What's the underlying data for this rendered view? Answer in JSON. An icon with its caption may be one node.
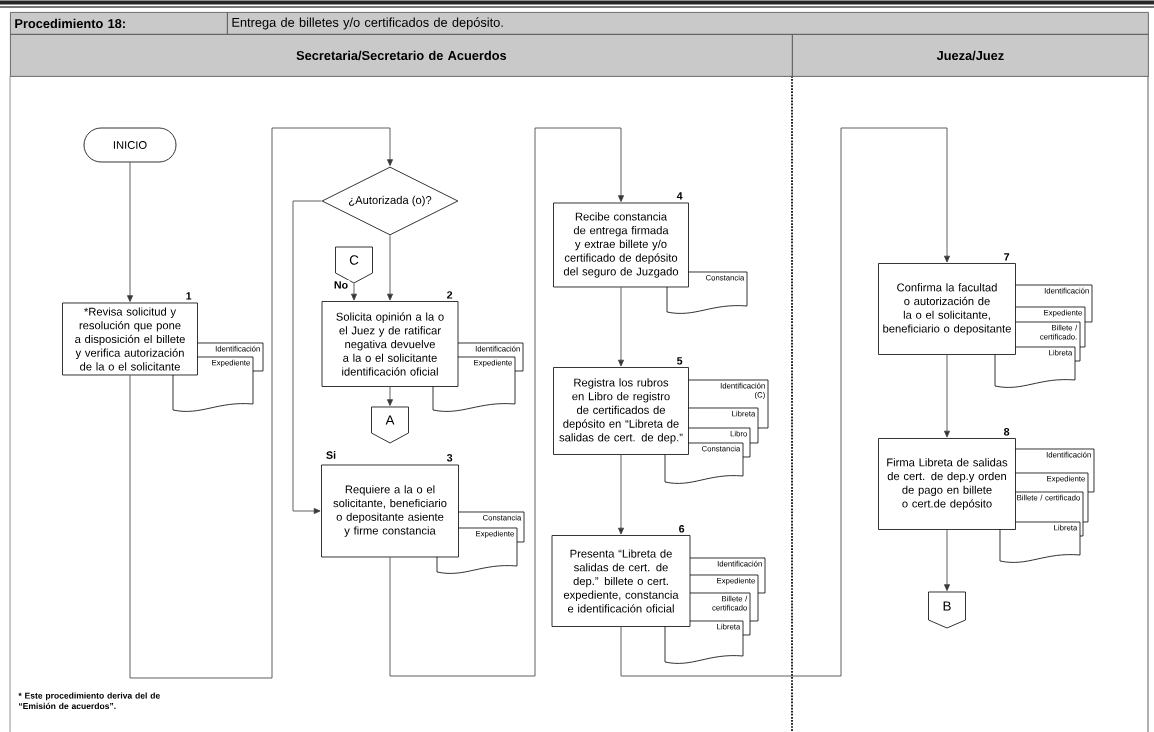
{
  "diagram": {
    "nodes": [
      {
        "text": [
          "Procedimiento 18:"
        ]
      },
      {
        "text": [
          "Entrega de billetes y/o certificados de depósito."
        ]
      },
      {
        "text": [
          "Secretaria/Secretario de Acuerdos"
        ]
      },
      {
        "text": [
          "Jueza/Juez"
        ]
      },
      {
        "text": [
          "INICIO"
        ]
      },
      {
        "text": [
          "*Revisa solicitud y resolución que pone a disposición el billete y verifica autorización de la o el solicitante"
        ],
        "beside": [
          "1"
        ]
      },
      {
        "text": [
          "Identificación",
          "Expediente"
        ]
      },
      {
        "text": [
          "¿Autorizada (o)?"
        ]
      },
      {
        "text": [
          "C"
        ]
      },
      {
        "text": [
          "Solicita opinión a la o el Juez y de ratificar negativa devuelve a la o el solicitante identificación oficial"
        ],
        "beside": [
          "2"
        ]
      },
      {
        "text": [
          "Identificación",
          "Expediente"
        ]
      },
      {
        "text": [
          "A"
        ]
      },
      {
        "text": [
          "Requiere a la o el solicitante, beneficiario o depositante asiente y firme constancia"
        ],
        "beside": [
          "3"
        ]
      },
      {
        "text": [
          "Constancia",
          "Expediente"
        ]
      },
      {
        "text": [
          "Recibe constancia de entrega firmada y extrae billete y/o certificado de depósito del seguro de Juzgado"
        ],
        "beside": [
          "4"
        ]
      },
      {
        "text": [
          "Constancia"
        ]
      },
      {
        "text": [
          "Registra los rubros en Libro de registro de certificados de depósito en “Libreta de salidas de cert. de dep.”"
        ],
        "beside": [
          "5"
        ]
      },
      {
        "text": [
          "Identificación (C)",
          "Libreta",
          "Libro",
          "Constancia"
        ]
      },
      {
        "text": [
          "Presenta “Libreta de salidas de cert. de dep.” billete o cert. expediente, constancia e identificación oficial"
        ],
        "beside": [
          "6"
        ]
      },
      {
        "text": [
          "Identificación",
          "Expediente",
          "Billete / certificado",
          "Libreta"
        ]
      },
      {
        "text": [
          "Confirma la facultad o autorización de la o el solicitante, beneficiario o depositante"
        ],
        "beside": [
          "7"
        ]
      },
      {
        "text": [
          "Identificación",
          "Expediente",
          "Billete / certificado.",
          "Libreta"
        ]
      },
      {
        "text": [
          "Firma Libreta de salidas de cert. de dep.y orden de pago en billete o cert.de depósito"
        ],
        "beside": [
          "8"
        ]
      },
      {
        "text": [
          "Identificación",
          "Expediente",
          "Billete / certificado",
          "Libreta"
        ]
      },
      {
        "text": [
          "B"
        ]
      }
    ],
    "edges": [
      {
        "from": 4,
        "to": 5,
        "arrow": "to"
      },
      {
        "from": 5,
        "to": 7,
        "arrow": "to"
      },
      {
        "from": 7,
        "to": 9,
        "arrow": "to"
      },
      {
        "from": 8,
        "to": 9,
        "arrow": "to",
        "label": "No"
      },
      {
        "from": 7,
        "to": 12,
        "arrow": "to",
        "label": "Si"
      },
      {
        "from": 9,
        "to": 11,
        "arrow": "to"
      },
      {
        "from": 12,
        "to": 14,
        "arrow": "to"
      },
      {
        "from": 14,
        "to": 16,
        "arrow": "to"
      },
      {
        "from": 16,
        "to": 18,
        "arrow": "to"
      },
      {
        "from": 18,
        "to": 20,
        "arrow": "to"
      },
      {
        "from": 20,
        "to": 22,
        "arrow": "to"
      },
      {
        "from": 22,
        "to": 24,
        "arrow": "to"
      }
    ],
    "labels": [
      "* Este procedimiento deriva del de “Emisión de acuerdos”."
    ]
  }
}
